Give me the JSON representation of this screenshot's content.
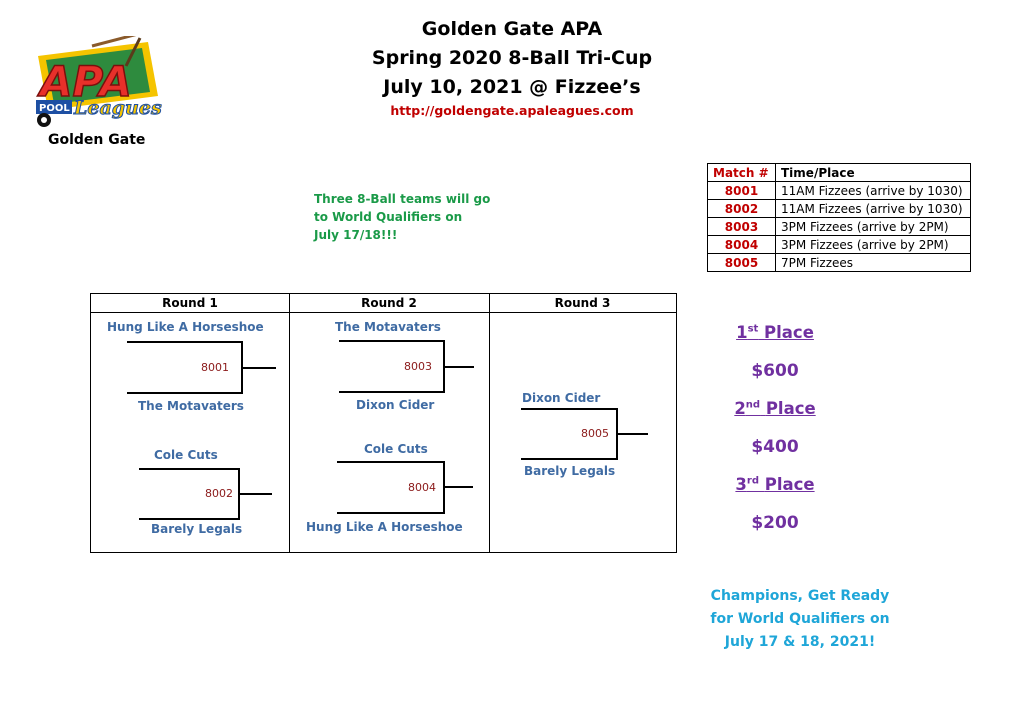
{
  "header": {
    "title_line1": "Golden Gate APA",
    "title_line2": "Spring 2020 8-Ball Tri-Cup",
    "title_line3": "July 10, 2021 @ Fizzee’s",
    "url": "http://goldengate.apaleagues.com"
  },
  "logo": {
    "letters": "APA",
    "pool": "POOL",
    "leagues": "Leagues",
    "caption": "Golden Gate",
    "colors": {
      "red": "#e8302a",
      "yellow": "#f5c400",
      "blue": "#1d4fa3",
      "table_green": "#2e8b3e"
    }
  },
  "note": {
    "line1": "Three 8-Ball teams will go",
    "line2": "to World Qualifiers on",
    "line3": "July 17/18!!!"
  },
  "schedule": {
    "headers": {
      "match": "Match #",
      "time": "Time/Place"
    },
    "rows": [
      {
        "match": "8001",
        "time": "11AM Fizzees (arrive by 1030)"
      },
      {
        "match": "8002",
        "time": "11AM Fizzees (arrive by 1030)"
      },
      {
        "match": "8003",
        "time": "3PM Fizzees (arrive by 2PM)"
      },
      {
        "match": "8004",
        "time": "3PM Fizzees (arrive by 2PM)"
      },
      {
        "match": "8005",
        "time": "7PM Fizzees"
      }
    ]
  },
  "bracket": {
    "round1": {
      "label": "Round 1",
      "matches": [
        {
          "top": "Hung Like A Horseshoe",
          "match": "8001",
          "bottom": "The Motavaters"
        },
        {
          "top": "Cole Cuts",
          "match": "8002",
          "bottom": "Barely Legals"
        }
      ]
    },
    "round2": {
      "label": "Round 2",
      "matches": [
        {
          "top": "The Motavaters",
          "match": "8003",
          "bottom": "Dixon Cider"
        },
        {
          "top": "Cole Cuts",
          "match": "8004",
          "bottom": "Hung Like A Horseshoe"
        }
      ]
    },
    "round3": {
      "label": "Round 3",
      "matches": [
        {
          "top": "Dixon Cider",
          "match": "8005",
          "bottom": "Barely Legals"
        }
      ]
    }
  },
  "prizes": {
    "first": {
      "num": "1",
      "sup": "st",
      "label": "Place",
      "amount": "$600"
    },
    "second": {
      "num": "2",
      "sup": "nd",
      "label": "Place",
      "amount": "$400"
    },
    "third": {
      "num": "3",
      "sup": "rd",
      "label": "Place",
      "amount": "$200"
    }
  },
  "champions": {
    "line1": "Champions, Get Ready",
    "line2": "for World Qualifiers on",
    "line3": "July 17 & 18, 2021!"
  }
}
